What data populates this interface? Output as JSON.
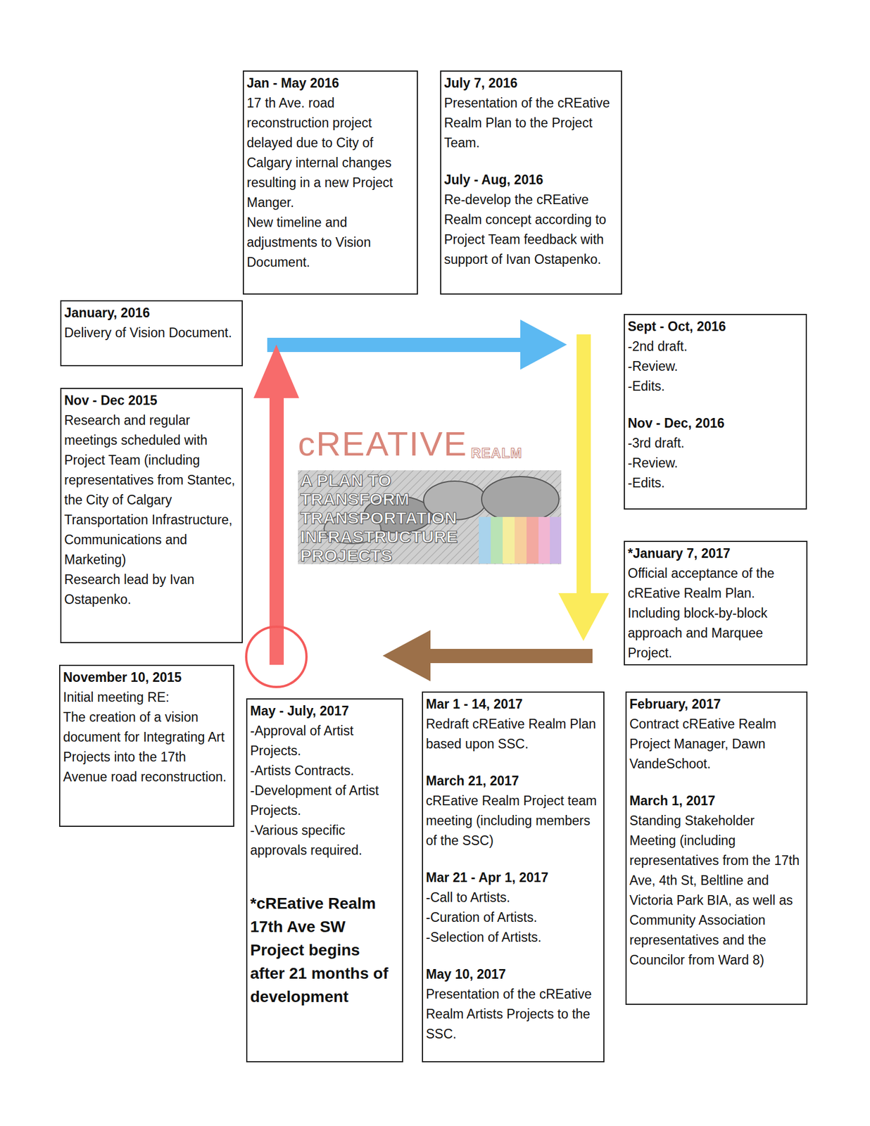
{
  "diagram": {
    "nodes": [
      {
        "text": [
          "November 10, 2015",
          "Initial meeting RE:",
          "The creation of a vision document for Integrating Art Projects into the 17th Avenue road reconstruction."
        ]
      },
      {
        "text": [
          "Nov - Dec 2015",
          "Research and regular meetings scheduled with Project Team (including representatives from Stantec, the City of Calgary Transportation Infrastructure, Communications and Marketing)",
          "Research lead by Ivan Ostapenko."
        ]
      },
      {
        "text": [
          "January, 2016",
          "Delivery of Vision Document."
        ]
      },
      {
        "text": [
          "Jan - May 2016",
          "17 th Ave. road reconstruction project delayed due to City of Calgary internal changes resulting in a new Project Manger.",
          "New timeline and adjustments to Vision Document."
        ]
      },
      {
        "text": [
          "July 7, 2016",
          "Presentation of the cREative Realm Plan to the Project Team.",
          "July - Aug, 2016",
          "Re-develop the cREative Realm concept according to Project Team feedback with support of Ivan Ostapenko."
        ]
      },
      {
        "text": [
          "Sept - Oct, 2016",
          "-2nd draft.",
          "-Review.",
          "-Edits.",
          "Nov - Dec, 2016",
          "-3rd draft.",
          "-Review.",
          "-Edits."
        ]
      },
      {
        "text": [
          "*January 7, 2017",
          "Official acceptance of the cREative Realm Plan. Including block-by-block approach and Marquee Project."
        ]
      },
      {
        "text": [
          "February, 2017",
          "Contract cREative Realm Project Manager, Dawn VandeSchoot.",
          "March 1, 2017",
          "Standing Stakeholder Meeting (including representatives from the 17th Ave, 4th St, Beltline and Victoria Park BIA, as well as Community Association representatives and the Councilor from Ward 8)"
        ]
      },
      {
        "text": [
          "Mar 1 - 14, 2017",
          "Redraft cREative Realm Plan based upon SSC.",
          "March 21, 2017",
          "cREative Realm Project team meeting (including members of the SSC)",
          "Mar 21 - Apr 1, 2017",
          "-Call to Artists.",
          "-Curation of Artists.",
          "-Selection of Artists.",
          "May 10, 2017",
          "Presentation of the cREative Realm Artists Projects to the SSC."
        ]
      },
      {
        "text": [
          "May - July, 2017",
          "-Approval of Artist Projects.",
          "-Artists Contracts.",
          "-Development of Artist Projects.",
          "-Various specific approvals required.",
          "*cREative Realm 17th Ave SW Project begins after 21 months of development"
        ]
      }
    ],
    "labels": [
      "cREATIVE",
      "REALM",
      "A PLAN TO TRANSFORM TRANSPORTATION INFRASTRUCTURE PROJECTS"
    ]
  }
}
